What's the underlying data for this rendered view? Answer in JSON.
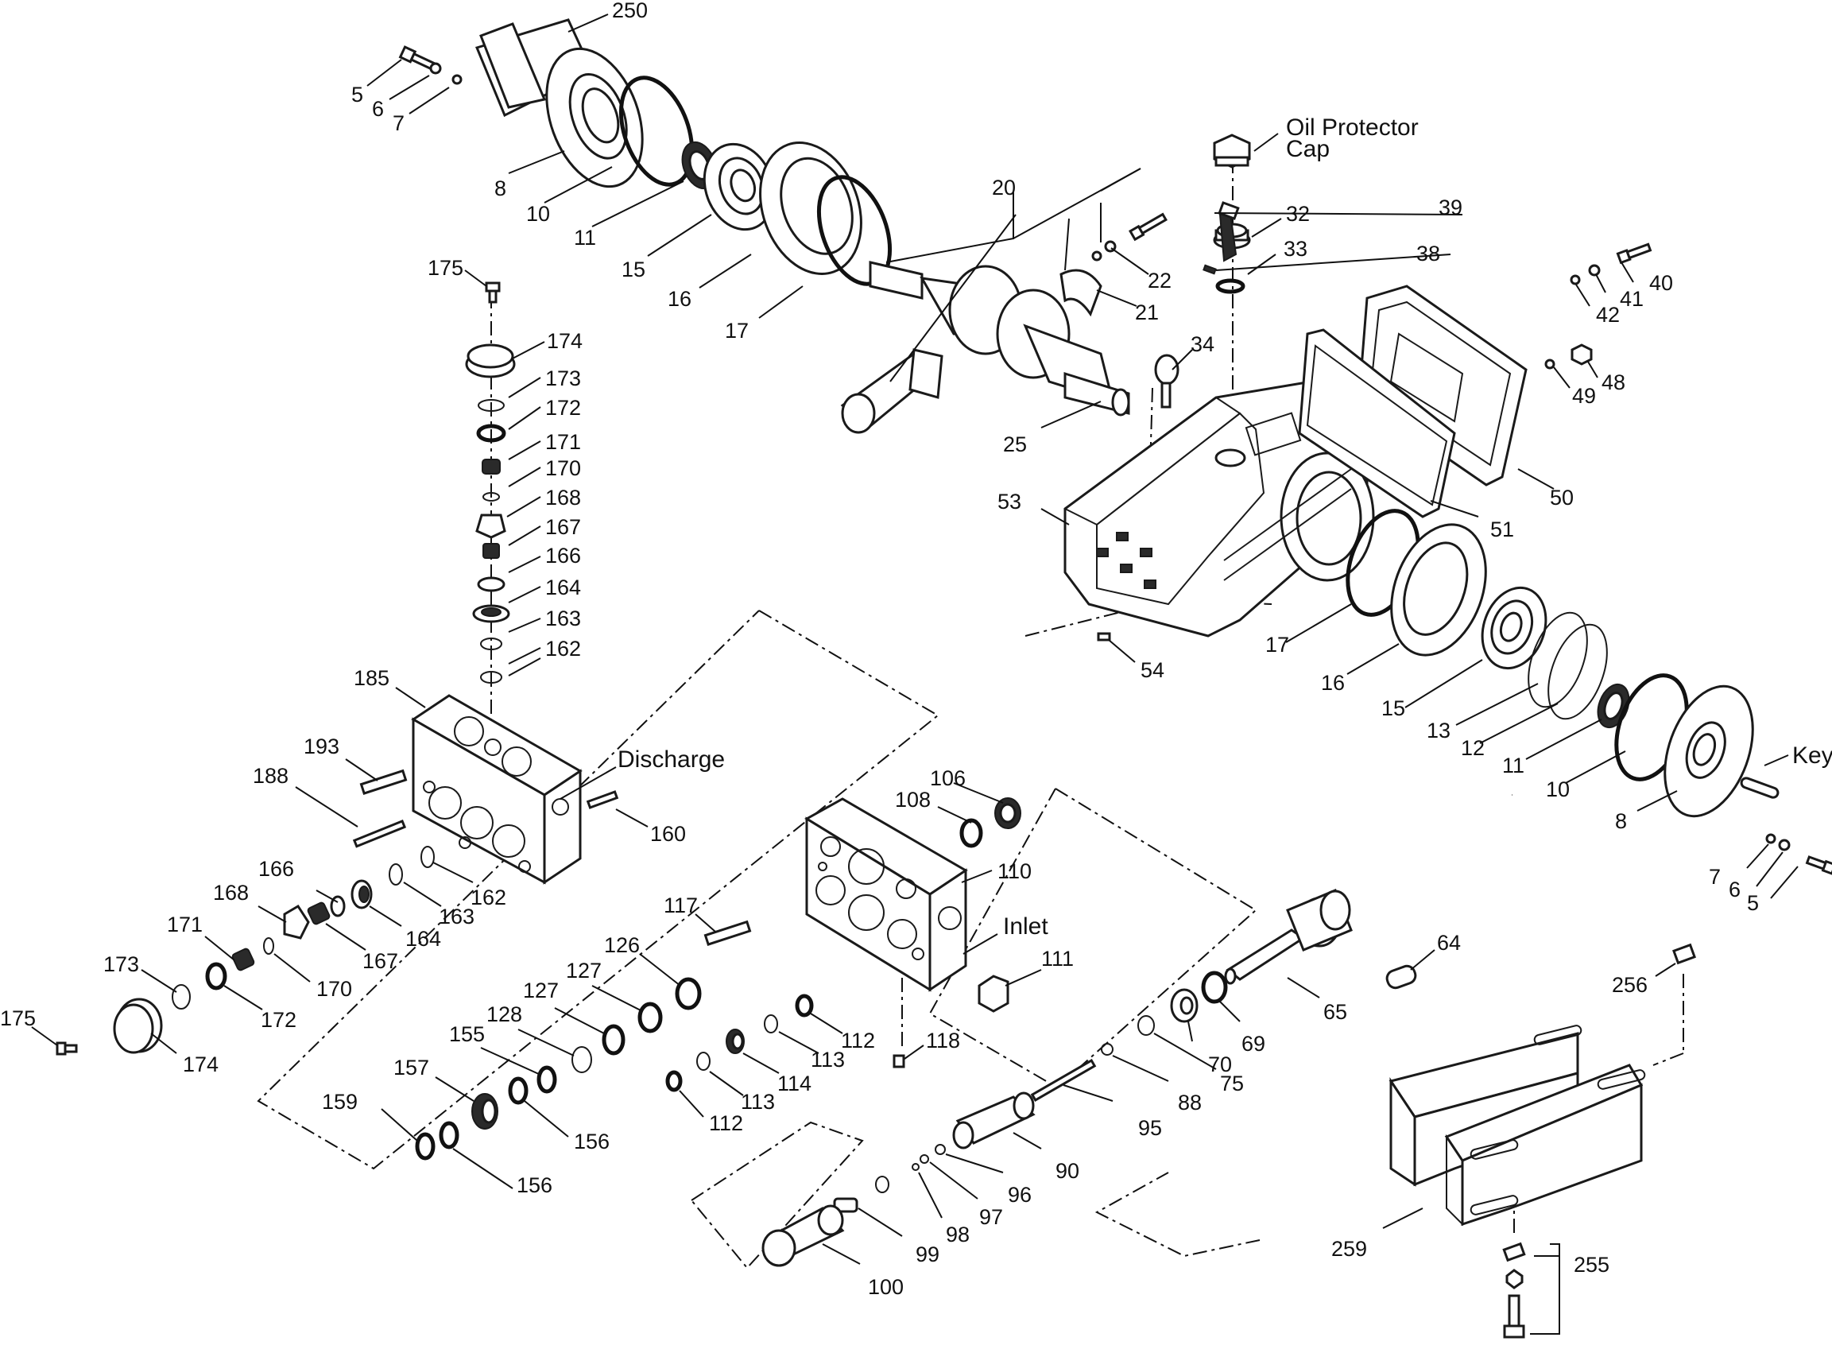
{
  "diagram": {
    "callouts": {
      "c250": "250",
      "c5a": "5",
      "c6a": "6",
      "c7a": "7",
      "c8a": "8",
      "c10a": "10",
      "c11a": "11",
      "c15a": "15",
      "c16a": "16",
      "c17a": "17",
      "c20": "20",
      "c22": "22",
      "c21": "21",
      "c25": "25",
      "c32": "32",
      "c33": "33",
      "c34": "34",
      "c39": "39",
      "c38": "38",
      "c40": "40",
      "c41": "41",
      "c42": "42",
      "c48": "48",
      "c49": "49",
      "c50": "50",
      "c51": "51",
      "c53": "53",
      "c54": "54",
      "c17b": "17",
      "c16b": "16",
      "c15b": "15",
      "c13": "13",
      "c12": "12",
      "c11b": "11",
      "c10b": "10",
      "c8b": "8",
      "c7b": "7",
      "c6b": "6",
      "c5b": "5",
      "c175a": "175",
      "c174a": "174",
      "c173a": "173",
      "c172a": "172",
      "c171a": "171",
      "c170a": "170",
      "c168a": "168",
      "c167a": "167",
      "c166a": "166",
      "c164a": "164",
      "c163a": "163",
      "c162a": "162",
      "c185": "185",
      "c193": "193",
      "c188": "188",
      "c160": "160",
      "c166b": "166",
      "c168b": "168",
      "c171b": "171",
      "c173b": "173",
      "c175b": "175",
      "c162b": "162",
      "c163b": "163",
      "c164b": "164",
      "c167b": "167",
      "c170b": "170",
      "c172b": "172",
      "c174b": "174",
      "c106": "106",
      "c108": "108",
      "c110": "110",
      "c111": "111",
      "c117": "117",
      "c126": "126",
      "c127a": "127",
      "c127b": "127",
      "c128": "128",
      "c155": "155",
      "c157": "157",
      "c159": "159",
      "c156a": "156",
      "c156b": "156",
      "c112a": "112",
      "c112b": "112",
      "c113a": "113",
      "c113b": "113",
      "c114": "114",
      "c118": "118",
      "c64": "64",
      "c65": "65",
      "c69": "69",
      "c70": "70",
      "c75": "75",
      "c88": "88",
      "c95": "95",
      "c90": "90",
      "c96": "96",
      "c97": "97",
      "c98": "98",
      "c99": "99",
      "c100": "100",
      "c256": "256",
      "c259": "259",
      "c255": "255"
    },
    "labels": {
      "oil_protector_line1": "Oil Protector",
      "oil_protector_line2": "Cap",
      "discharge": "Discharge",
      "inlet": "Inlet",
      "key": "Key"
    }
  }
}
